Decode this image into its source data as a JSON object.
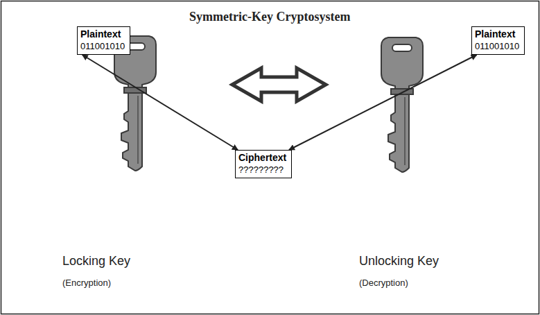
{
  "diagram": {
    "title": "Symmetric-Key Cryptosystem",
    "nodes": [
      {
        "text": [
          "Plaintext",
          "011001010"
        ]
      },
      {
        "text": [
          "Plaintext",
          "011001010"
        ]
      },
      {
        "text": [
          "Ciphertext",
          "?????????"
        ]
      }
    ],
    "edges": [
      {
        "from": 0,
        "to": 2,
        "arrow": "both"
      },
      {
        "from": 1,
        "to": 2,
        "arrow": "both"
      }
    ],
    "labels": [
      "Locking Key",
      "(Encryption)",
      "Unlocking Key",
      "(Decryption)"
    ]
  }
}
